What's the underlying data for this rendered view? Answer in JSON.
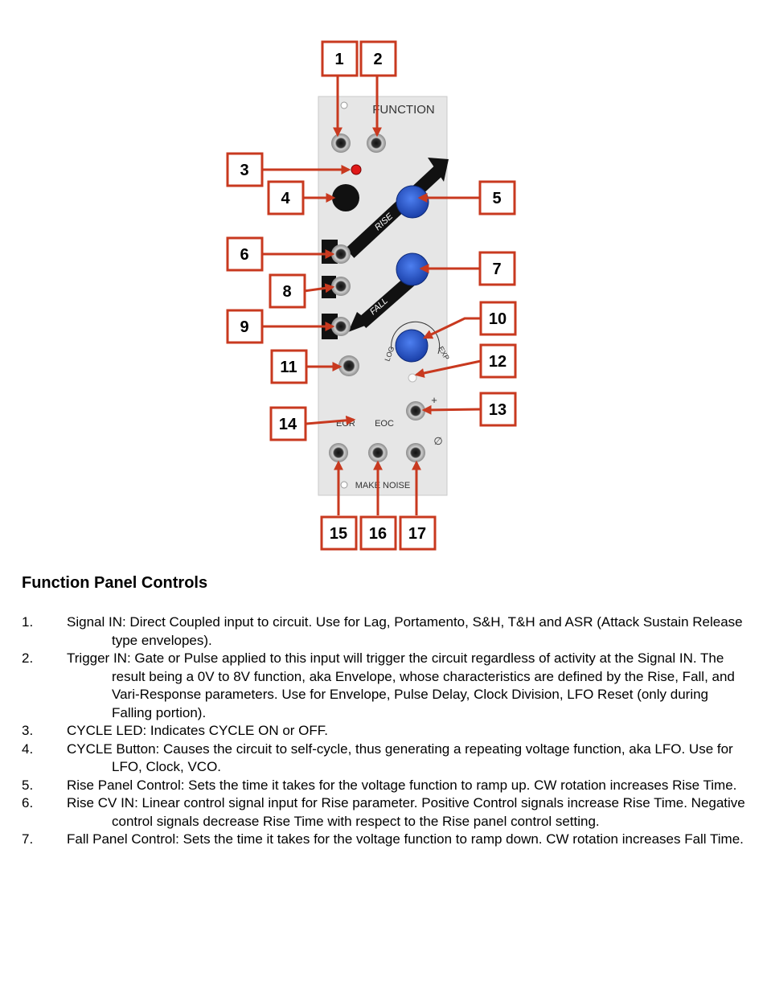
{
  "figure": {
    "panel_title": "FUNCTION",
    "brand": "MAKE NOISE",
    "rise_label": "RISE",
    "fall_label": "FALL",
    "eor_label": "EOR",
    "eoc_label": "EOC",
    "log_label": "LOG",
    "exp_label": "EXP",
    "plus_symbol": "+",
    "null_symbol": "∅",
    "callouts": [
      "1",
      "2",
      "3",
      "4",
      "5",
      "6",
      "7",
      "8",
      "9",
      "10",
      "11",
      "12",
      "13",
      "14",
      "15",
      "16",
      "17"
    ],
    "colors": {
      "callout": "#c8391f",
      "knob": "#1f4fc4",
      "panel": "#e6e6e6"
    }
  },
  "heading": "Function Panel Controls",
  "items": [
    {
      "num": "1.",
      "text": "Signal IN: Direct Coupled input to circuit. Use for Lag, Portamento, S&H, T&H and ASR (Attack Sustain Release type envelopes)."
    },
    {
      "num": "2.",
      "text": "Trigger IN: Gate or Pulse applied to this input will trigger the circuit regardless of activity at the Signal IN. The result being a 0V to 8V function, aka Envelope, whose characteristics are defined by the Rise, Fall, and Vari-Response parameters. Use for Envelope, Pulse Delay, Clock Division, LFO Reset (only during Falling portion)."
    },
    {
      "num": "3.",
      "text": "CYCLE LED: Indicates CYCLE ON or OFF."
    },
    {
      "num": "4.",
      "text": "CYCLE Button: Causes the circuit to self-cycle, thus generating a repeating voltage function, aka LFO. Use for LFO, Clock, VCO."
    },
    {
      "num": "5.",
      "text": "Rise Panel Control: Sets the time it takes for the voltage function to ramp up. CW rotation increases Rise Time."
    },
    {
      "num": "6.",
      "text": " Rise CV IN: Linear control signal input for Rise parameter. Positive Control signals increase Rise Time. Negative control signals decrease Rise Time with respect to the Rise panel control setting."
    },
    {
      "num": "7.",
      "text": "Fall Panel Control: Sets the time it takes for the voltage function to ramp down. CW rotation increases Fall Time."
    }
  ]
}
